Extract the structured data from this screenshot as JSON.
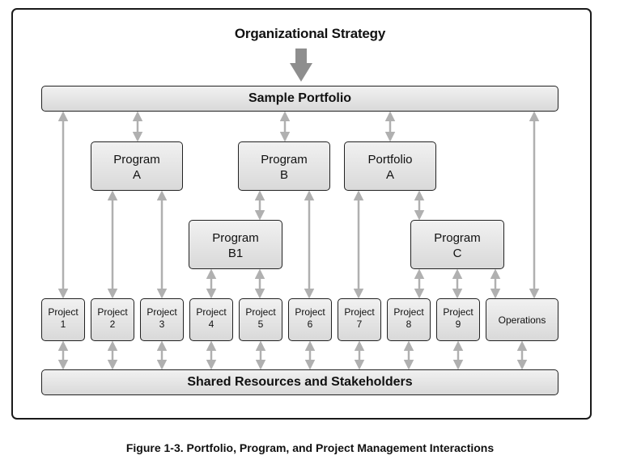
{
  "strategy": "Organizational Strategy",
  "portfolio": "Sample Portfolio",
  "shared": "Shared Resources and Stakeholders",
  "caption": "Figure 1-3. Portfolio, Program, and Project Management Interactions",
  "programs": [
    {
      "line1": "Program",
      "line2": "A"
    },
    {
      "line1": "Program",
      "line2": "B"
    },
    {
      "line1": "Portfolio",
      "line2": "A"
    },
    {
      "line1": "Program",
      "line2": "B1"
    },
    {
      "line1": "Program",
      "line2": "C"
    }
  ],
  "projects": [
    {
      "line1": "Project",
      "line2": "1"
    },
    {
      "line1": "Project",
      "line2": "2"
    },
    {
      "line1": "Project",
      "line2": "3"
    },
    {
      "line1": "Project",
      "line2": "4"
    },
    {
      "line1": "Project",
      "line2": "5"
    },
    {
      "line1": "Project",
      "line2": "6"
    },
    {
      "line1": "Project",
      "line2": "7"
    },
    {
      "line1": "Project",
      "line2": "8"
    },
    {
      "line1": "Project",
      "line2": "9"
    }
  ],
  "operations": "Operations",
  "colors": {
    "arrow": "#b0b0b0",
    "box_fill": "#e6e6e6",
    "border": "#222222"
  }
}
